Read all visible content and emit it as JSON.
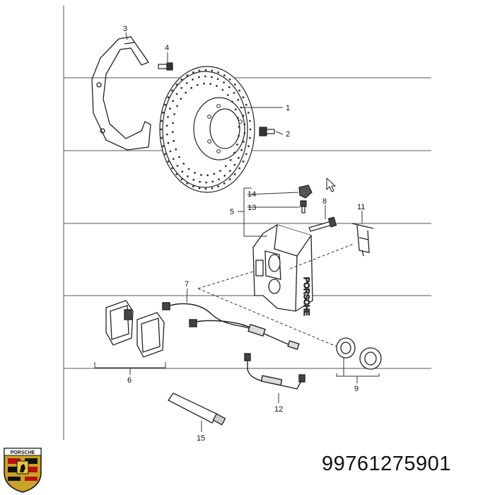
{
  "part_number": "99761275901",
  "logo": {
    "text": "PORSCHE",
    "icon": "porsche-crest-icon"
  },
  "callouts": {
    "c1": "1",
    "c2": "2",
    "c3": "3",
    "c4": "4",
    "c5": "5",
    "c6": "6",
    "c7": "7",
    "c8": "8",
    "c9": "9",
    "c11": "11",
    "c12": "12",
    "c13": "13",
    "c14": "14",
    "c15": "15"
  },
  "colors": {
    "line": "#222222",
    "grid": "#555555",
    "background": "#ffffff"
  }
}
